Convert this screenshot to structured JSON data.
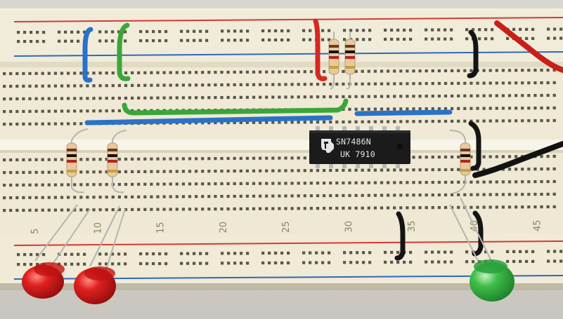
{
  "photo": {
    "subject": "",
    "chip": {
      "line1": "SN7486N",
      "line2": "UK 7910"
    },
    "column_numbers": [
      "5",
      "10",
      "15",
      "20",
      "25",
      "30",
      "35",
      "40",
      "45"
    ],
    "colors": {
      "board": "#efe9d6",
      "hole": "#5a5648",
      "red_rail": "#d23b34",
      "blue_rail": "#2f69b8",
      "wire_blue": "#2a72c8",
      "wire_green": "#3aa63a",
      "wire_red": "#d22a22",
      "wire_black": "#141414",
      "led_red": "#d61616",
      "led_green": "#31b23f",
      "ic_body": "#1b1b1b"
    },
    "icons": [
      "ti-logo-icon"
    ]
  }
}
